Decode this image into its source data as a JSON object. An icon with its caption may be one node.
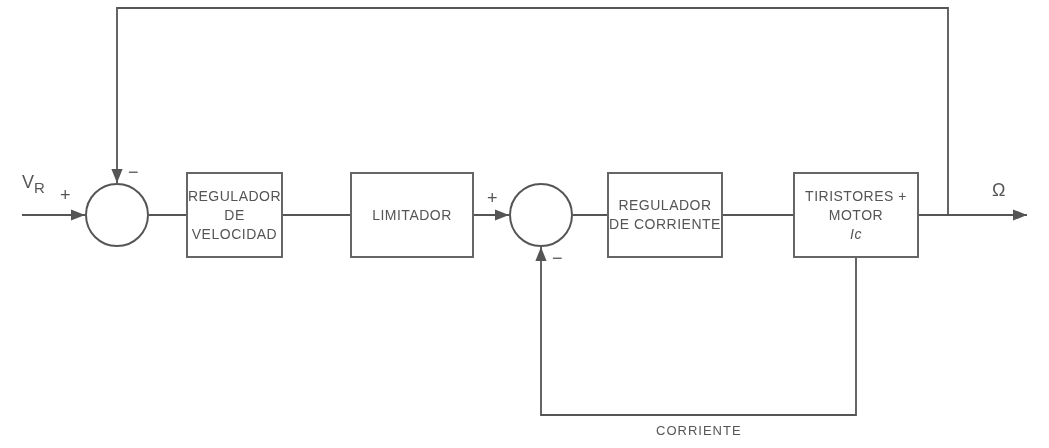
{
  "diagram": {
    "nodes": [
      {
        "text": [],
        "shape": "circle"
      },
      {
        "text": [
          "REGULADOR DE VELOCIDAD"
        ]
      },
      {
        "text": [
          "LIMITADOR"
        ]
      },
      {
        "text": [],
        "shape": "circle"
      },
      {
        "text": [
          "REGULADOR DE CORRIENTE"
        ]
      },
      {
        "text": [
          "TIRISTORES + MOTOR",
          "Ic"
        ]
      }
    ],
    "edges": [
      {
        "from": null,
        "to": 0,
        "arrow": "to"
      },
      {
        "from": 0,
        "to": 1,
        "arrow": "none"
      },
      {
        "from": 1,
        "to": 2,
        "arrow": "none"
      },
      {
        "from": 2,
        "to": 3,
        "arrow": "to"
      },
      {
        "from": 3,
        "to": 4,
        "arrow": "none"
      },
      {
        "from": 4,
        "to": 5,
        "arrow": "none"
      },
      {
        "from": 5,
        "to": null,
        "arrow": "to"
      },
      {
        "from": 5,
        "to": 0,
        "arrow": "to"
      },
      {
        "from": 5,
        "to": 3,
        "arrow": "to",
        "label": "CORRIENTE"
      }
    ],
    "labels": [
      "V$_{R}$",
      "+",
      "−",
      "+",
      "−",
      "Ω"
    ]
  }
}
